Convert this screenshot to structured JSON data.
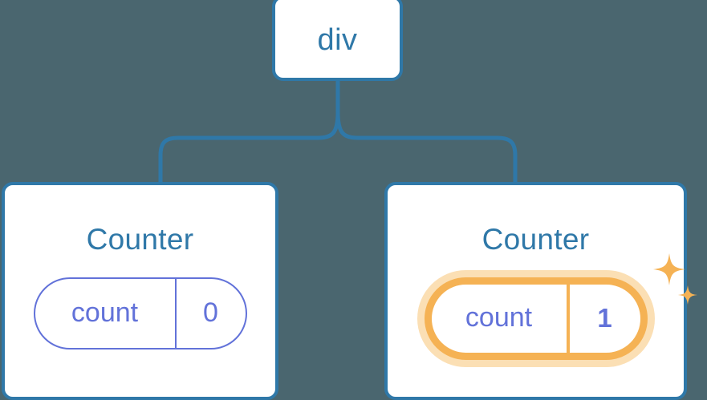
{
  "diagram": {
    "title": "react-component-tree-state-update",
    "background_color": "#4a666f",
    "node_border_color": "#2f78a8",
    "node_text_color": "#2f78a8",
    "state_color": "#6272d9",
    "highlight_color": "#f5b254",
    "highlight_glow_color": "#fbdfb4"
  },
  "root": {
    "label": "div"
  },
  "children": [
    {
      "label": "Counter",
      "state": {
        "key": "count",
        "value": "0"
      },
      "highlighted": false,
      "sparkle": false
    },
    {
      "label": "Counter",
      "state": {
        "key": "count",
        "value": "1"
      },
      "highlighted": true,
      "sparkle": true
    }
  ],
  "icons": {
    "sparkle_large": "sparkle-icon",
    "sparkle_small": "sparkle-icon"
  }
}
